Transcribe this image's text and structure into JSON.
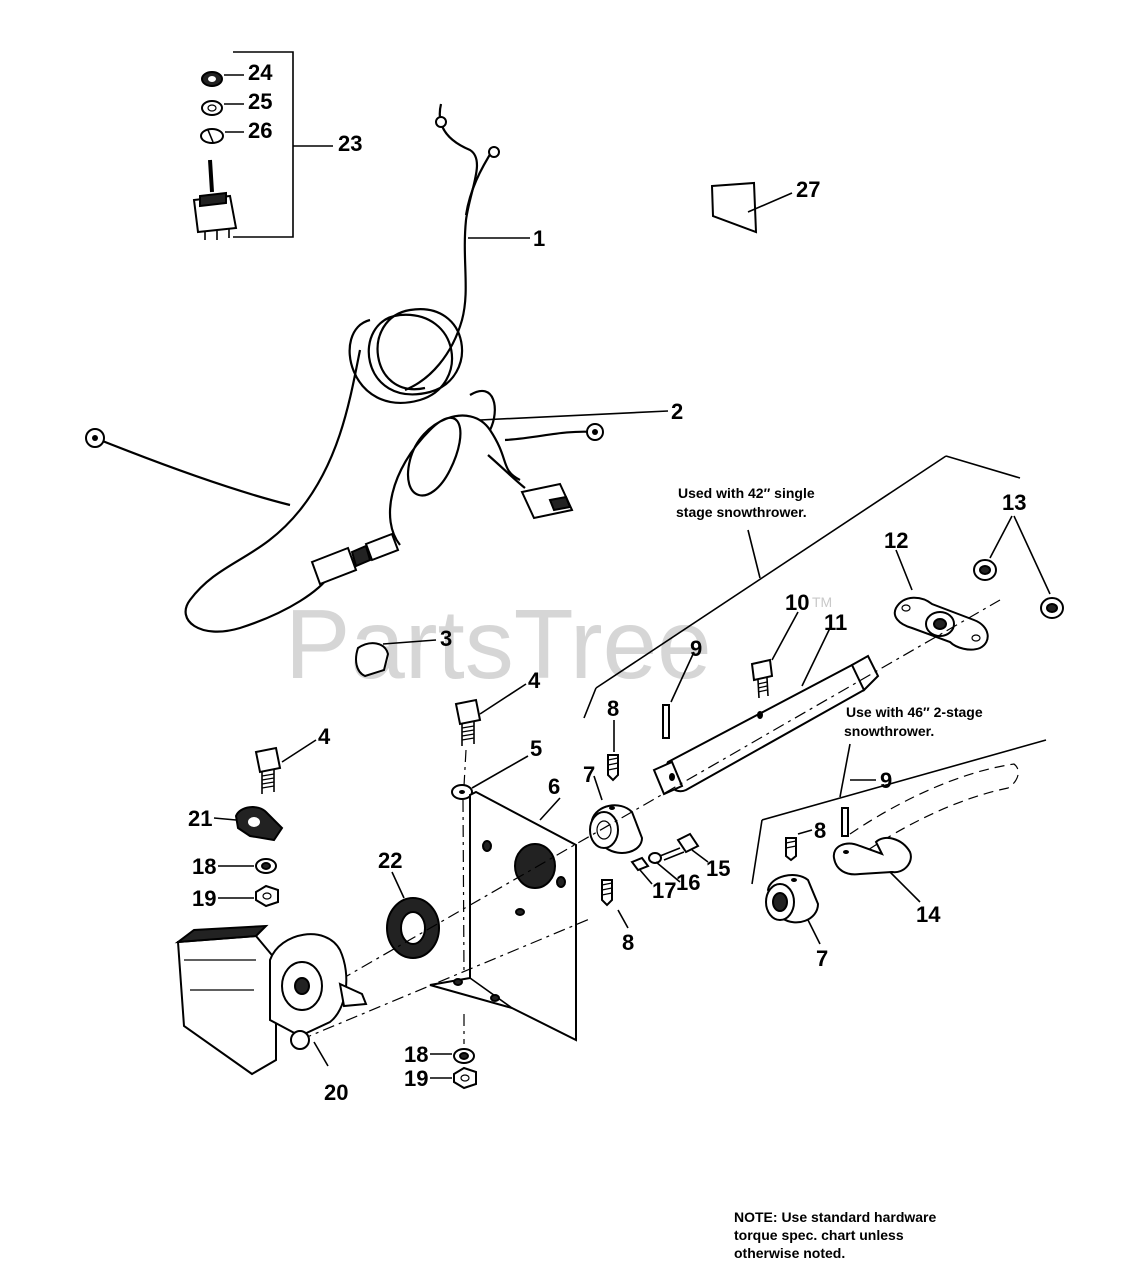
{
  "watermark": {
    "brand": "PartsTree",
    "tm": "TM"
  },
  "callouts": {
    "c1": "1",
    "c2": "2",
    "c3": "3",
    "c4a": "4",
    "c4b": "4",
    "c5": "5",
    "c6": "6",
    "c7a": "7",
    "c7b": "7",
    "c8a": "8",
    "c8b": "8",
    "c8c": "8",
    "c9a": "9",
    "c9b": "9",
    "c10": "10",
    "c11": "11",
    "c12": "12",
    "c13": "13",
    "c14": "14",
    "c15": "15",
    "c16": "16",
    "c17": "17",
    "c18a": "18",
    "c18b": "18",
    "c19a": "19",
    "c19b": "19",
    "c20": "20",
    "c21": "21",
    "c22": "22",
    "c23": "23",
    "c24": "24",
    "c25": "25",
    "c26": "26",
    "c27": "27"
  },
  "annotations": {
    "single_stage_line1": "Used with 42″ single",
    "single_stage_line2": "stage snowthrower.",
    "two_stage_line1": "Use with 46″ 2-stage",
    "two_stage_line2": "snowthrower."
  },
  "note": {
    "line1": "NOTE: Use standard hardware",
    "line2": "torque spec. chart unless",
    "line3": "otherwise noted."
  }
}
